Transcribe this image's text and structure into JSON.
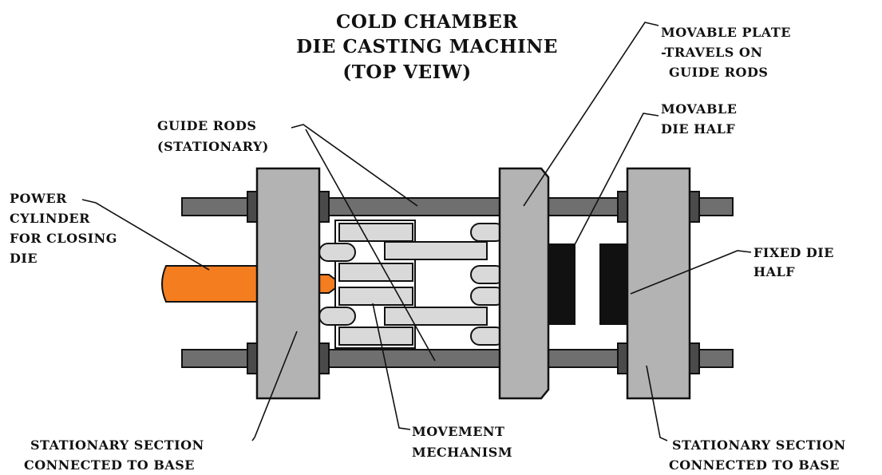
{
  "title": {
    "line1": "COLD CHAMBER",
    "line2": "DIE CASTING MACHINE",
    "line3": "(TOP VEIW)"
  },
  "labels": {
    "movable_plate": [
      "MOVABLE PLATE",
      "-TRAVELS ON",
      "GUIDE RODS"
    ],
    "movable_die_half": [
      "MOVABLE",
      "DIE HALF"
    ],
    "guide_rods": [
      "GUIDE RODS",
      "(STATIONARY)"
    ],
    "power_cylinder": [
      "POWER",
      "CYLINDER",
      "FOR CLOSING",
      "DIE"
    ],
    "fixed_die_half": [
      "FIXED DIE",
      "HALF"
    ],
    "movement_mechanism": [
      "MOVEMENT",
      "MECHANISM"
    ],
    "stationary_left": [
      "STATIONARY SECTION",
      "CONNECTED TO BASE"
    ],
    "stationary_right": [
      "STATIONARY SECTION",
      "CONNECTED TO BASE"
    ]
  },
  "colors": {
    "plate": "#b3b3b3",
    "rod": "#6f6f6f",
    "link": "#d9d9d9",
    "cylinder": "#f47d20",
    "die": "#111111",
    "nut": "#4a4a4a"
  }
}
